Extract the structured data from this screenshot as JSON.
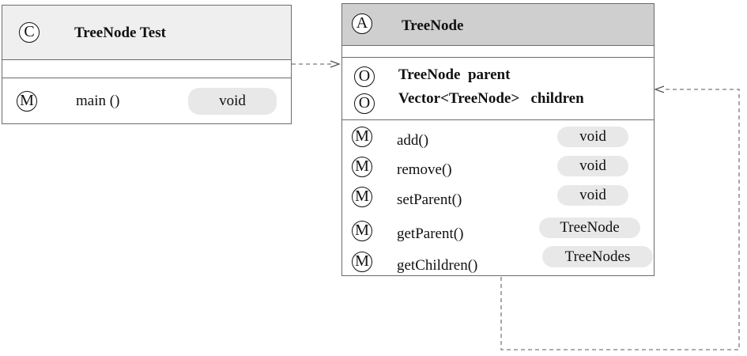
{
  "test_class": {
    "stereotype": "C",
    "name": "TreeNode Test",
    "methods": [
      {
        "badge": "M",
        "name": "main ()",
        "returns": "void"
      }
    ]
  },
  "tree_node_class": {
    "stereotype": "A",
    "name": "TreeNode",
    "attributes": [
      {
        "badge": "O",
        "text": "TreeNode  parent"
      },
      {
        "badge": "O",
        "text": "Vector<TreeNode>   children"
      }
    ],
    "methods": [
      {
        "badge": "M",
        "name": "add()",
        "returns": "void"
      },
      {
        "badge": "M",
        "name": "remove()",
        "returns": "void"
      },
      {
        "badge": "M",
        "name": "setParent()",
        "returns": "void"
      },
      {
        "badge": "M",
        "name": "getParent()",
        "returns": "TreeNode"
      },
      {
        "badge": "M",
        "name": "getChildren()",
        "returns": "TreeNodes"
      }
    ]
  },
  "colors": {
    "header_fill_test": "#efefef",
    "header_fill_treenode": "#cfcfcf",
    "pill_fill": "#e8e8e8",
    "border": "#6b6b6b",
    "connector": "#7a7a7a"
  }
}
